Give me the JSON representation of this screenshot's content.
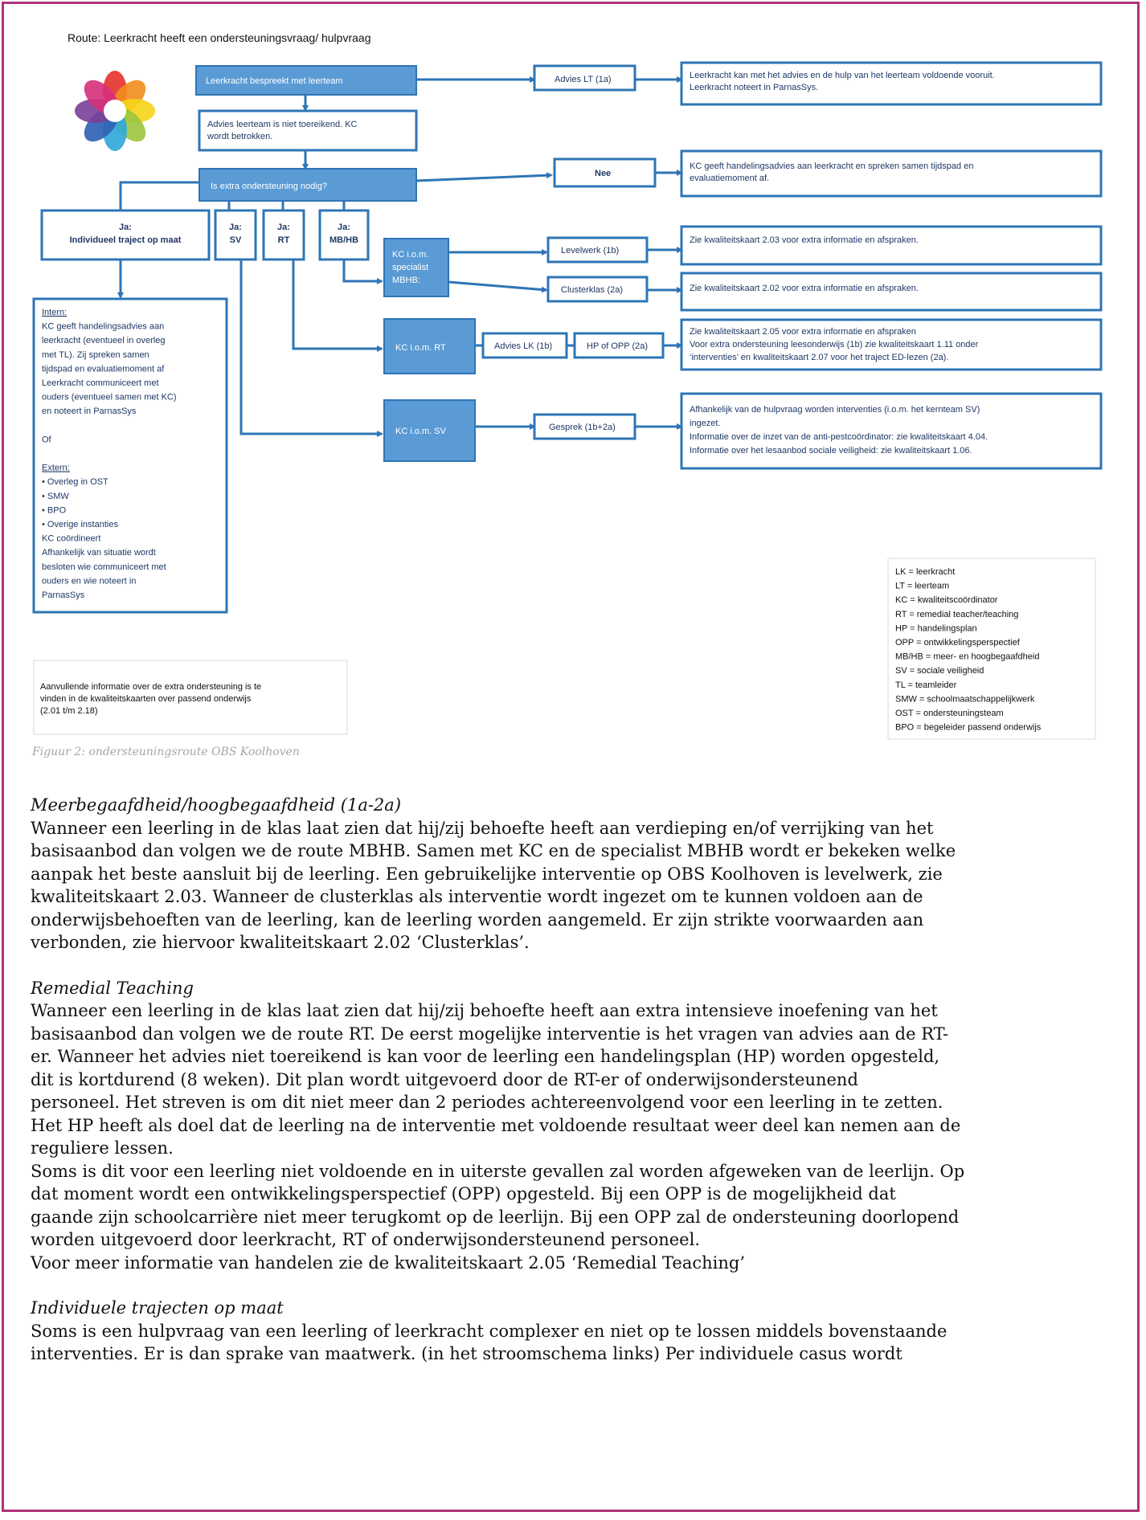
{
  "diagram": {
    "title": "Route: Leerkracht heeft een ondersteuningsvraag/ hulpvraag",
    "nodes": {
      "bespreekt": [
        "Leerkracht bespreekt met leerteam"
      ],
      "advies_lt": [
        "Advies LT (1a)"
      ],
      "voldoende": [
        "Leerkracht kan met het advies en de hulp van het leerteam voldoende vooruit.",
        "Leerkracht noteert in ParnasSys."
      ],
      "niet_toereikend": [
        "Advies leerteam is niet toereikend. KC",
        "wordt betrokken."
      ],
      "extra_nodig": [
        "Is extra ondersteuning nodig?"
      ],
      "nee": [
        "Nee"
      ],
      "kc_handelingsadvies": [
        "KC geeft handelingsadvies aan leerkracht en spreken samen tijdspad en",
        "evaluatiemoment af."
      ],
      "ja_individueel": [
        "Ja:",
        "Individueel traject op maat"
      ],
      "ja_sv": [
        "Ja:",
        "SV"
      ],
      "ja_rt": [
        "Ja:",
        "RT"
      ],
      "ja_mbhb": [
        "Ja:",
        "MB/HB"
      ],
      "kc_mbhb": [
        "KC i.o.m.",
        "specialist",
        "MBHB:"
      ],
      "levelwerk": [
        "Levelwerk (1b)"
      ],
      "clusterklas": [
        "Clusterklas (2a)"
      ],
      "zie_203": [
        "Zie kwaliteitskaart 2.03 voor extra informatie en afspraken."
      ],
      "zie_202": [
        "Zie kwaliteitskaart 2.02 voor extra informatie en afspraken."
      ],
      "kc_rt": [
        "KC i.o.m. RT"
      ],
      "advies_lk": [
        "Advies LK (1b)"
      ],
      "hp_opp": [
        "HP of OPP (2a)"
      ],
      "zie_205": [
        "Zie kwaliteitskaart 2.05 voor extra informatie en afspraken",
        "Voor extra ondersteuning leesonderwijs (1b) zie kwaliteitskaart 1.11 onder",
        "‘interventies’ en kwaliteitskaart  2.07 voor het traject ED-lezen (2a)."
      ],
      "kc_sv": [
        "KC i.o.m. SV"
      ],
      "gesprek": [
        "Gesprek (1b+2a)"
      ],
      "sv_info": [
        "Afhankelijk van de hulpvraag worden interventies (i.o.m. het kernteam SV)",
        "ingezet.",
        "Informatie over de inzet van de anti-pestcoördinator: zie kwaliteitskaart 4.04.",
        "Informatie over het lesaanbod sociale veiligheid: zie kwaliteitskaart 1.06."
      ],
      "intern_extern": [
        "Intern:",
        "KC geeft handelingsadvies aan",
        "leerkracht (eventueel in overleg",
        "met TL). Zij spreken samen",
        "tijdspad en evaluatiemoment af",
        "Leerkracht communiceert met",
        "ouders (eventueel samen met KC)",
        "en noteert in ParnasSys",
        "",
        "Of",
        "",
        "Extern:",
        "•      Overleg in OST",
        "•      SMW",
        "•      BPO",
        "•      Overige instanties",
        "KC coördineert",
        "Afhankelijk van situatie wordt",
        "besloten wie communiceert met",
        "ouders en wie noteert in",
        "ParnasSys"
      ],
      "aanvullend": [
        "Aanvullende informatie over de extra ondersteuning is te",
        "vinden in de kwaliteitskaarten over passend onderwijs",
        "(2.01 t/m 2.18)"
      ]
    },
    "legend": [
      "LK = leerkracht",
      "LT = leerteam",
      "KC = kwaliteitscoördinator",
      "RT = remedial teacher/teaching",
      "HP = handelingsplan",
      "OPP = ontwikkelingsperspectief",
      "MB/HB = meer- en hoogbegaafdheid",
      "SV = sociale veiligheid",
      "TL = teamleider",
      "SMW = schoolmaatschappelijkwerk",
      "OST = ondersteuningsteam",
      "BPO = begeleider passend onderwijs"
    ],
    "caption": "Figuur 2: ondersteuningsroute OBS Koolhoven",
    "colors": {
      "box_fill": "#5b9bd5",
      "box_stroke": "#2e75b6",
      "text_dark": "#1f3864",
      "caption": "#a6a6a6",
      "frame": "#b0337a"
    }
  },
  "text": {
    "mbhb": {
      "heading": "Meerbegaafdheid/hoogbegaafdheid (1a-2a)",
      "lines": [
        "Wanneer een leerling in de klas laat zien dat hij/zij behoefte heeft aan verdieping en/of verrijking van het",
        "basisaanbod dan volgen we de route MBHB. Samen met KC en de specialist MBHB wordt er bekeken welke",
        "aanpak het beste aansluit bij de leerling. Een gebruikelijke interventie op OBS Koolhoven is levelwerk, zie",
        "kwaliteitskaart 2.03. Wanneer de clusterklas als interventie wordt ingezet om te kunnen voldoen aan de",
        "onderwijsbehoeften van de leerling, kan de leerling worden aangemeld. Er zijn strikte voorwaarden aan",
        "verbonden, zie hiervoor kwaliteitskaart 2.02 ‘Clusterklas’."
      ]
    },
    "rt": {
      "heading": "Remedial Teaching",
      "lines": [
        "Wanneer een leerling in de klas laat zien dat hij/zij behoefte heeft aan extra intensieve inoefening van het",
        "basisaanbod dan volgen we de route RT. De eerst mogelijke interventie is het vragen van advies aan de RT-",
        "er. Wanneer het advies niet toereikend is kan voor de leerling een handelingsplan (HP) worden opgesteld,",
        "dit is kortdurend (8 weken). Dit plan wordt uitgevoerd door de RT-er of onderwijsondersteunend",
        "personeel. Het streven is om dit niet meer dan 2 periodes achtereenvolgend voor een leerling in te zetten.",
        "Het HP heeft als doel dat de leerling na de interventie met voldoende resultaat weer deel kan nemen aan de",
        "reguliere lessen.",
        "Soms is dit voor een leerling niet voldoende en in uiterste gevallen zal worden afgeweken van de leerlijn. Op",
        "dat moment wordt een ontwikkelingsperspectief (OPP) opgesteld. Bij een OPP is de mogelijkheid dat",
        "gaande zijn schoolcarrière niet meer terugkomt op de leerlijn. Bij een OPP zal de ondersteuning doorlopend",
        "worden uitgevoerd door leerkracht, RT of onderwijsondersteunend personeel.",
        "Voor meer informatie van handelen zie de kwaliteitskaart 2.05 ‘Remedial Teaching’"
      ]
    },
    "itm": {
      "heading": "Individuele trajecten op maat",
      "lines": [
        "Soms is een hulpvraag van een leerling of leerkracht complexer en niet op te lossen middels bovenstaande",
        "interventies. Er is dan sprake van maatwerk. (in het stroomschema links) Per individuele casus wordt"
      ]
    }
  }
}
